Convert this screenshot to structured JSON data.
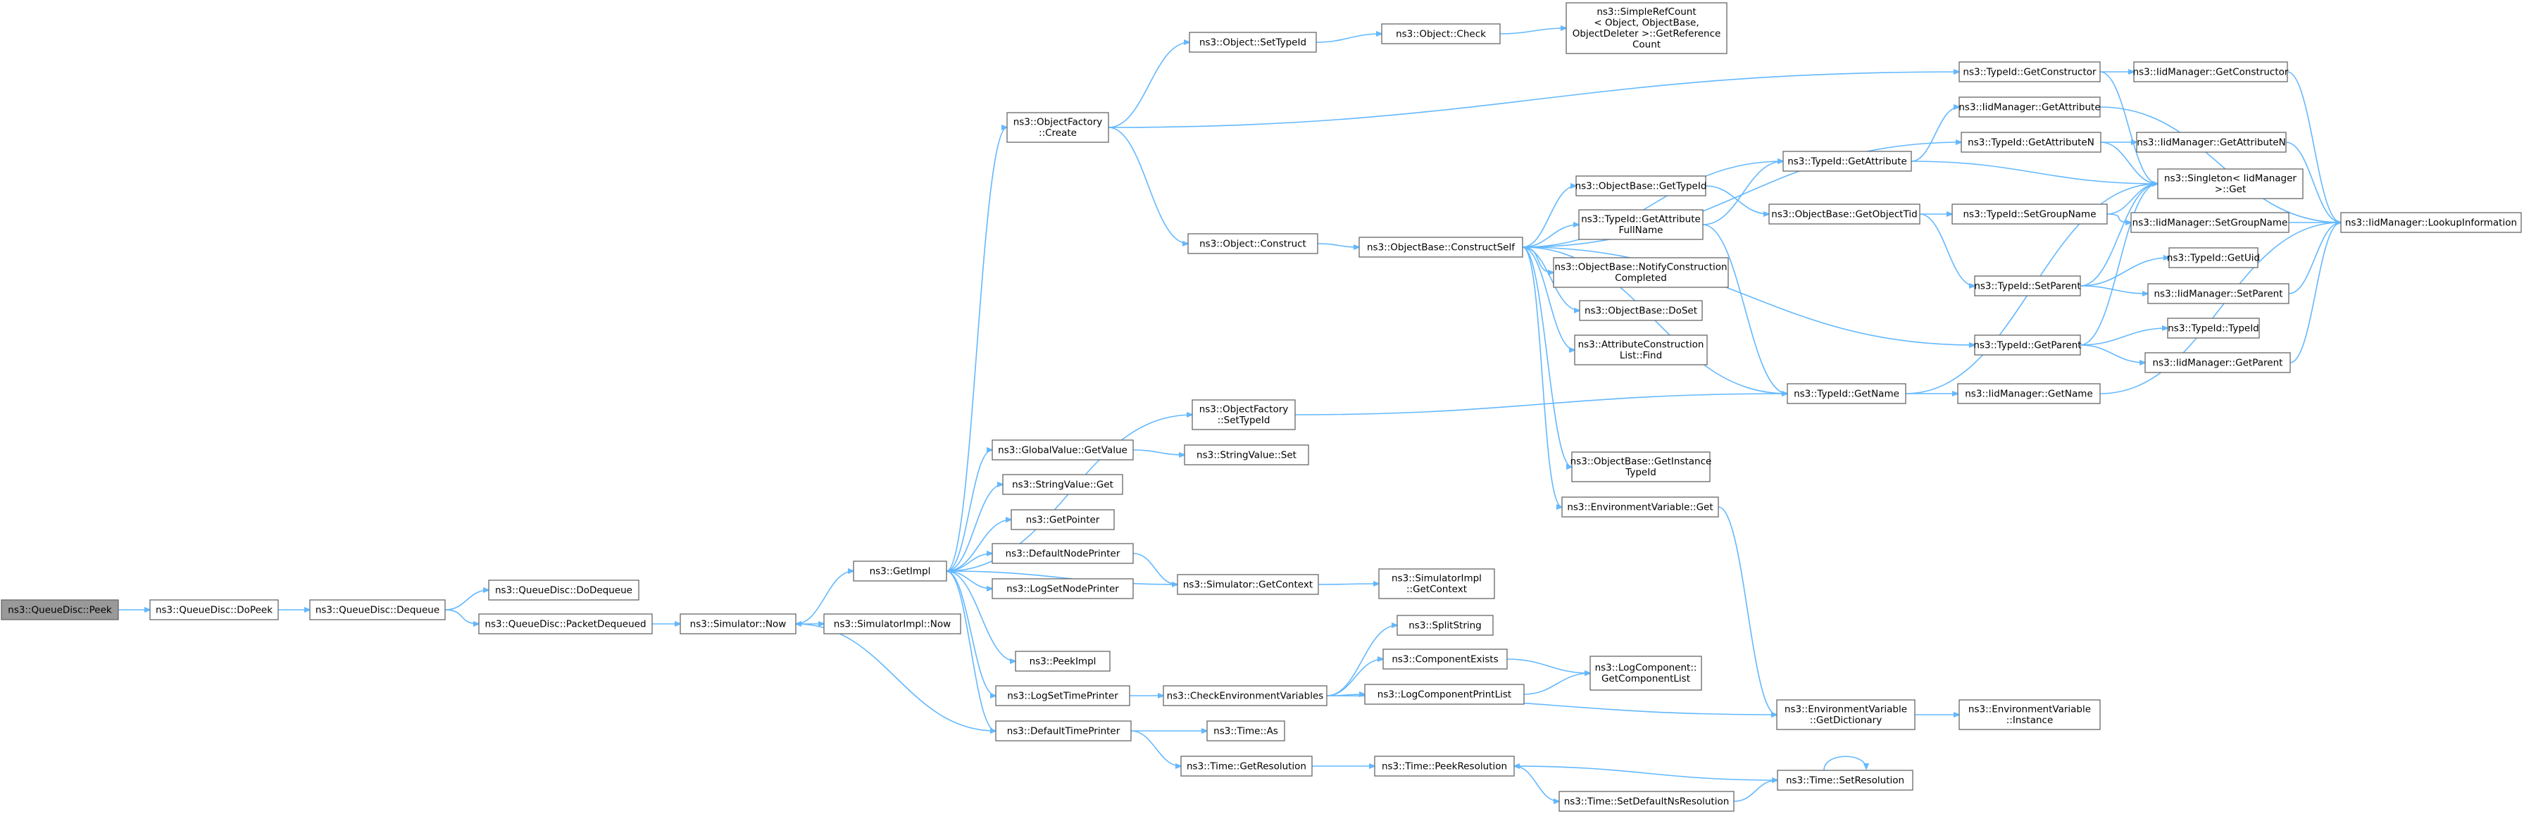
{
  "diagram": {
    "type": "call-graph",
    "colors": {
      "edge": "#63b8ff",
      "node_border": "#666666",
      "root_fill": "#999999",
      "node_fill": "#ffffff"
    },
    "nodes": [
      {
        "id": "peek",
        "root": true,
        "lines": [
          "ns3::QueueDisc::Peek"
        ]
      },
      {
        "id": "dopeek",
        "lines": [
          "ns3::QueueDisc::DoPeek"
        ]
      },
      {
        "id": "dequeue",
        "lines": [
          "ns3::QueueDisc::Dequeue"
        ]
      },
      {
        "id": "dodequeue",
        "lines": [
          "ns3::QueueDisc::DoDequeue"
        ]
      },
      {
        "id": "packetdequeued",
        "lines": [
          "ns3::QueueDisc::PacketDequeued"
        ]
      },
      {
        "id": "simnow",
        "lines": [
          "ns3::Simulator::Now"
        ]
      },
      {
        "id": "getimpl",
        "lines": [
          "ns3::GetImpl"
        ]
      },
      {
        "id": "simimplnow",
        "lines": [
          "ns3::SimulatorImpl::Now"
        ]
      },
      {
        "id": "ofcreate",
        "lines": [
          "ns3::ObjectFactory",
          "::Create"
        ]
      },
      {
        "id": "ofsettypeid",
        "lines": [
          "ns3::ObjectFactory",
          "::SetTypeId"
        ]
      },
      {
        "id": "gvgetvalue",
        "lines": [
          "ns3::GlobalValue::GetValue"
        ]
      },
      {
        "id": "svget",
        "lines": [
          "ns3::StringValue::Get"
        ]
      },
      {
        "id": "getpointer",
        "lines": [
          "ns3::GetPointer"
        ]
      },
      {
        "id": "defnodeprinter",
        "lines": [
          "ns3::DefaultNodePrinter"
        ]
      },
      {
        "id": "logsetnodeprinter",
        "lines": [
          "ns3::LogSetNodePrinter"
        ]
      },
      {
        "id": "peekimpl",
        "lines": [
          "ns3::PeekImpl"
        ]
      },
      {
        "id": "logsettimeprinter",
        "lines": [
          "ns3::LogSetTimePrinter"
        ]
      },
      {
        "id": "deftimeprinter",
        "lines": [
          "ns3::DefaultTimePrinter"
        ]
      },
      {
        "id": "objsettypeid",
        "lines": [
          "ns3::Object::SetTypeId"
        ]
      },
      {
        "id": "objcheck",
        "lines": [
          "ns3::Object::Check"
        ]
      },
      {
        "id": "simplerefcount",
        "lines": [
          "ns3::SimpleRefCount",
          "< Object, ObjectBase,",
          "ObjectDeleter >::GetReference",
          "Count"
        ]
      },
      {
        "id": "objconstruct",
        "lines": [
          "ns3::Object::Construct"
        ]
      },
      {
        "id": "constructself",
        "lines": [
          "ns3::ObjectBase::ConstructSelf"
        ]
      },
      {
        "id": "svset",
        "lines": [
          "ns3::StringValue::Set"
        ]
      },
      {
        "id": "simgetcontext",
        "lines": [
          "ns3::Simulator::GetContext"
        ]
      },
      {
        "id": "simimplgetcontext",
        "lines": [
          "ns3::SimulatorImpl",
          "::GetContext"
        ]
      },
      {
        "id": "checkenv",
        "lines": [
          "ns3::CheckEnvironmentVariables"
        ]
      },
      {
        "id": "timeas",
        "lines": [
          "ns3::Time::As"
        ]
      },
      {
        "id": "timegetres",
        "lines": [
          "ns3::Time::GetResolution"
        ]
      },
      {
        "id": "obgettypeid",
        "lines": [
          "ns3::ObjectBase::GetTypeId"
        ]
      },
      {
        "id": "tidgetattrfullname",
        "lines": [
          "ns3::TypeId::GetAttribute",
          "FullName"
        ]
      },
      {
        "id": "obnotify",
        "lines": [
          "ns3::ObjectBase::NotifyConstruction",
          "Completed"
        ]
      },
      {
        "id": "obdoset",
        "lines": [
          "ns3::ObjectBase::DoSet"
        ]
      },
      {
        "id": "attrconstrfind",
        "lines": [
          "ns3::AttributeConstruction",
          "List::Find"
        ]
      },
      {
        "id": "obgetinstance",
        "lines": [
          "ns3::ObjectBase::GetInstance",
          "TypeId"
        ]
      },
      {
        "id": "envget",
        "lines": [
          "ns3::EnvironmentVariable::Get"
        ]
      },
      {
        "id": "splitstring",
        "lines": [
          "ns3::SplitString"
        ]
      },
      {
        "id": "compexists",
        "lines": [
          "ns3::ComponentExists"
        ]
      },
      {
        "id": "compprintlist",
        "lines": [
          "ns3::LogComponentPrintList"
        ]
      },
      {
        "id": "logcompgetlist",
        "lines": [
          "ns3::LogComponent::",
          "GetComponentList"
        ]
      },
      {
        "id": "timepeekres",
        "lines": [
          "ns3::Time::PeekResolution"
        ]
      },
      {
        "id": "timesetdefaultns",
        "lines": [
          "ns3::Time::SetDefaultNsResolution"
        ]
      },
      {
        "id": "tidgetconstructor",
        "lines": [
          "ns3::TypeId::GetConstructor"
        ]
      },
      {
        "id": "tidgetattribute",
        "lines": [
          "ns3::TypeId::GetAttribute"
        ]
      },
      {
        "id": "obgetobjecttid",
        "lines": [
          "ns3::ObjectBase::GetObjectTid"
        ]
      },
      {
        "id": "tidgetname",
        "lines": [
          "ns3::TypeId::GetName"
        ]
      },
      {
        "id": "envgetdict",
        "lines": [
          "ns3::EnvironmentVariable",
          "::GetDictionary"
        ]
      },
      {
        "id": "timesetres",
        "lines": [
          "ns3::Time::SetResolution"
        ]
      },
      {
        "id": "iidgetattribute",
        "lines": [
          "ns3::IidManager::GetAttribute"
        ]
      },
      {
        "id": "tidgetattributen",
        "lines": [
          "ns3::TypeId::GetAttributeN"
        ]
      },
      {
        "id": "tidsetgroupname",
        "lines": [
          "ns3::TypeId::SetGroupName"
        ]
      },
      {
        "id": "tidsetparent",
        "lines": [
          "ns3::TypeId::SetParent"
        ]
      },
      {
        "id": "tidgetparent",
        "lines": [
          "ns3::TypeId::GetParent"
        ]
      },
      {
        "id": "iidgetname",
        "lines": [
          "ns3::IidManager::GetName"
        ]
      },
      {
        "id": "envinstance",
        "lines": [
          "ns3::EnvironmentVariable",
          "::Instance"
        ]
      },
      {
        "id": "iidgetconstructor",
        "lines": [
          "ns3::IidManager::GetConstructor"
        ]
      },
      {
        "id": "iidgetattributen",
        "lines": [
          "ns3::IidManager::GetAttributeN"
        ]
      },
      {
        "id": "singletonget",
        "lines": [
          "ns3::Singleton< IidManager",
          " >::Get"
        ]
      },
      {
        "id": "iidsetgroupname",
        "lines": [
          "ns3::IidManager::SetGroupName"
        ]
      },
      {
        "id": "tidgetuid",
        "lines": [
          "ns3::TypeId::GetUid"
        ]
      },
      {
        "id": "iidsetparent",
        "lines": [
          "ns3::IidManager::SetParent"
        ]
      },
      {
        "id": "tidtypeid",
        "lines": [
          "ns3::TypeId::TypeId"
        ]
      },
      {
        "id": "iidgetparent",
        "lines": [
          "ns3::IidManager::GetParent"
        ]
      },
      {
        "id": "iidlookup",
        "lines": [
          "ns3::IidManager::LookupInformation"
        ]
      }
    ],
    "edges": [
      [
        "peek",
        "dopeek"
      ],
      [
        "dopeek",
        "dequeue"
      ],
      [
        "dequeue",
        "dodequeue"
      ],
      [
        "dequeue",
        "packetdequeued"
      ],
      [
        "packetdequeued",
        "simnow"
      ],
      [
        "simnow",
        "getimpl"
      ],
      [
        "simnow",
        "simimplnow"
      ],
      [
        "getimpl",
        "ofcreate"
      ],
      [
        "getimpl",
        "ofsettypeid"
      ],
      [
        "getimpl",
        "gvgetvalue"
      ],
      [
        "getimpl",
        "svget"
      ],
      [
        "getimpl",
        "getpointer"
      ],
      [
        "getimpl",
        "defnodeprinter"
      ],
      [
        "getimpl",
        "logsetnodeprinter"
      ],
      [
        "getimpl",
        "peekimpl"
      ],
      [
        "getimpl",
        "logsettimeprinter"
      ],
      [
        "getimpl",
        "deftimeprinter"
      ],
      [
        "simgetcontext",
        "getimpl"
      ],
      [
        "deftimeprinter",
        "simnow"
      ],
      [
        "ofcreate",
        "objsettypeid"
      ],
      [
        "ofcreate",
        "tidgetconstructor"
      ],
      [
        "ofcreate",
        "objconstruct"
      ],
      [
        "objsettypeid",
        "objcheck"
      ],
      [
        "objcheck",
        "simplerefcount"
      ],
      [
        "objconstruct",
        "constructself"
      ],
      [
        "constructself",
        "obgettypeid"
      ],
      [
        "constructself",
        "tidgetattrfullname"
      ],
      [
        "constructself",
        "obnotify"
      ],
      [
        "constructself",
        "obdoset"
      ],
      [
        "constructself",
        "attrconstrfind"
      ],
      [
        "constructself",
        "obgetinstance"
      ],
      [
        "constructself",
        "envget"
      ],
      [
        "constructself",
        "tidgetattribute"
      ],
      [
        "constructself",
        "tidgetattributen"
      ],
      [
        "constructself",
        "tidgetname"
      ],
      [
        "constructself",
        "tidgetparent"
      ],
      [
        "ofsettypeid",
        "tidgetname"
      ],
      [
        "gvgetvalue",
        "svset"
      ],
      [
        "defnodeprinter",
        "simgetcontext"
      ],
      [
        "simgetcontext",
        "simimplgetcontext"
      ],
      [
        "logsettimeprinter",
        "checkenv"
      ],
      [
        "deftimeprinter",
        "timeas"
      ],
      [
        "deftimeprinter",
        "timegetres"
      ],
      [
        "checkenv",
        "splitstring"
      ],
      [
        "checkenv",
        "compexists"
      ],
      [
        "checkenv",
        "compprintlist"
      ],
      [
        "checkenv",
        "envgetdict"
      ],
      [
        "compexists",
        "logcompgetlist"
      ],
      [
        "compprintlist",
        "logcompgetlist"
      ],
      [
        "timegetres",
        "timepeekres"
      ],
      [
        "timepeekres",
        "timesetdefaultns"
      ],
      [
        "timesetdefaultns",
        "timesetres"
      ],
      [
        "timesetres",
        "timepeekres"
      ],
      [
        "timesetres",
        "timesetres"
      ],
      [
        "obgettypeid",
        "obgetobjecttid"
      ],
      [
        "tidgetattrfullname",
        "tidgetattribute"
      ],
      [
        "tidgetattrfullname",
        "tidgetname"
      ],
      [
        "envget",
        "envgetdict"
      ],
      [
        "envgetdict",
        "envinstance"
      ],
      [
        "tidgetconstructor",
        "iidgetconstructor"
      ],
      [
        "tidgetconstructor",
        "singletonget"
      ],
      [
        "tidgetattribute",
        "iidgetattribute"
      ],
      [
        "tidgetattribute",
        "singletonget"
      ],
      [
        "tidgetattributen",
        "iidgetattributen"
      ],
      [
        "tidgetattributen",
        "singletonget"
      ],
      [
        "obgetobjecttid",
        "tidsetgroupname"
      ],
      [
        "obgetobjecttid",
        "tidsetparent"
      ],
      [
        "tidsetgroupname",
        "iidsetgroupname"
      ],
      [
        "tidsetgroupname",
        "singletonget"
      ],
      [
        "tidsetparent",
        "tidgetuid"
      ],
      [
        "tidsetparent",
        "iidsetparent"
      ],
      [
        "tidsetparent",
        "singletonget"
      ],
      [
        "tidgetparent",
        "tidtypeid"
      ],
      [
        "tidgetparent",
        "iidgetparent"
      ],
      [
        "tidgetparent",
        "singletonget"
      ],
      [
        "tidgetname",
        "iidgetname"
      ],
      [
        "tidgetname",
        "singletonget"
      ],
      [
        "iidgetconstructor",
        "iidlookup"
      ],
      [
        "iidgetattribute",
        "iidlookup"
      ],
      [
        "iidgetattributen",
        "iidlookup"
      ],
      [
        "iidsetgroupname",
        "iidlookup"
      ],
      [
        "iidsetparent",
        "iidlookup"
      ],
      [
        "iidgetparent",
        "iidlookup"
      ],
      [
        "iidgetname",
        "iidlookup"
      ]
    ]
  }
}
